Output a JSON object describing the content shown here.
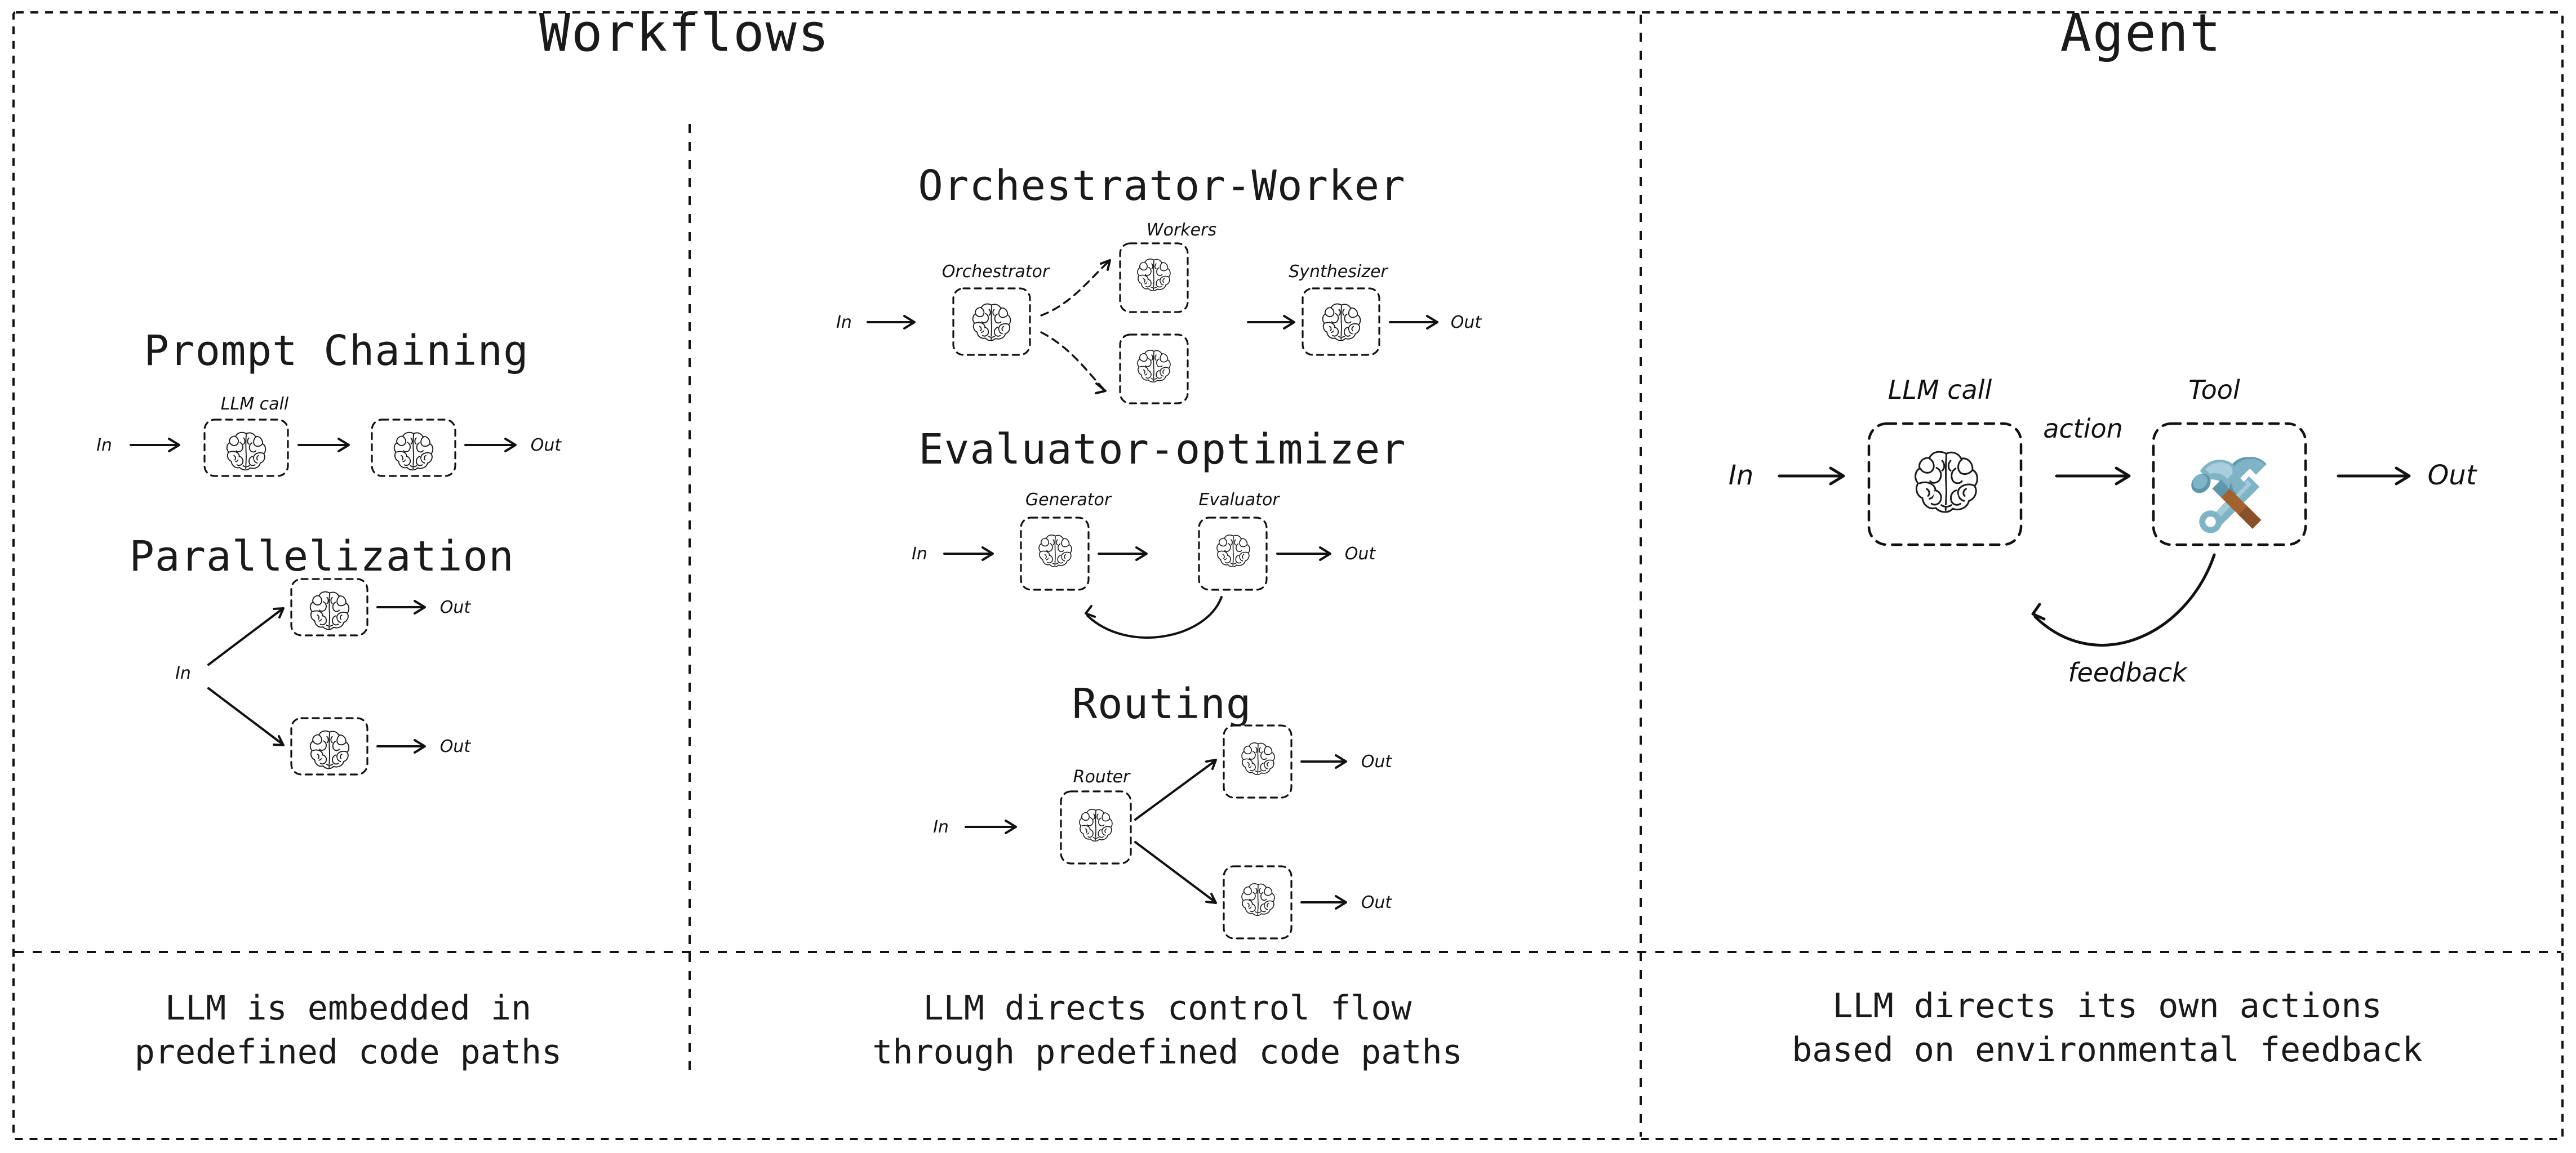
{
  "columns": {
    "left_title": "Workflows",
    "right_title": "Agent"
  },
  "captions": {
    "left": {
      "line1": "LLM is embedded in",
      "line2": "predefined code paths"
    },
    "middle": {
      "line1": "LLM directs control flow",
      "line2": "through predefined code paths"
    },
    "right": {
      "line1": "LLM directs its own actions",
      "line2": "based on environmental feedback"
    }
  },
  "common": {
    "in": "In",
    "out": "Out"
  },
  "sections": {
    "prompt_chaining": {
      "title": "Prompt Chaining",
      "llm_call_label": "LLM call",
      "in": "In",
      "out": "Out"
    },
    "parallelization": {
      "title": "Parallelization",
      "in": "In",
      "out_top": "Out",
      "out_bottom": "Out"
    },
    "orchestrator_worker": {
      "title": "Orchestrator-Worker",
      "workers_label": "Workers",
      "orchestrator_label": "Orchestrator",
      "synthesizer_label": "Synthesizer",
      "in": "In",
      "out": "Out"
    },
    "evaluator_optimizer": {
      "title": "Evaluator-optimizer",
      "generator_label": "Generator",
      "evaluator_label": "Evaluator",
      "in": "In",
      "out": "Out"
    },
    "routing": {
      "title": "Routing",
      "router_label": "Router",
      "in": "In",
      "out_top": "Out",
      "out_bottom": "Out"
    },
    "agent": {
      "llm_call_label": "LLM call",
      "tool_label": "Tool",
      "action_label": "action",
      "feedback_label": "feedback",
      "in": "In",
      "out": "Out"
    }
  },
  "icons": {
    "brain": "brain-icon",
    "tool": "hammer-and-wrench-icon"
  },
  "colors": {
    "ink": "#111111",
    "background": "#ffffff",
    "tool_metal_light": "#A8CEDC",
    "tool_metal_mid": "#7FB4C6",
    "tool_metal_dark": "#5E97AC",
    "tool_handle": "#A2622F",
    "tool_handle_dark": "#8A5128"
  }
}
